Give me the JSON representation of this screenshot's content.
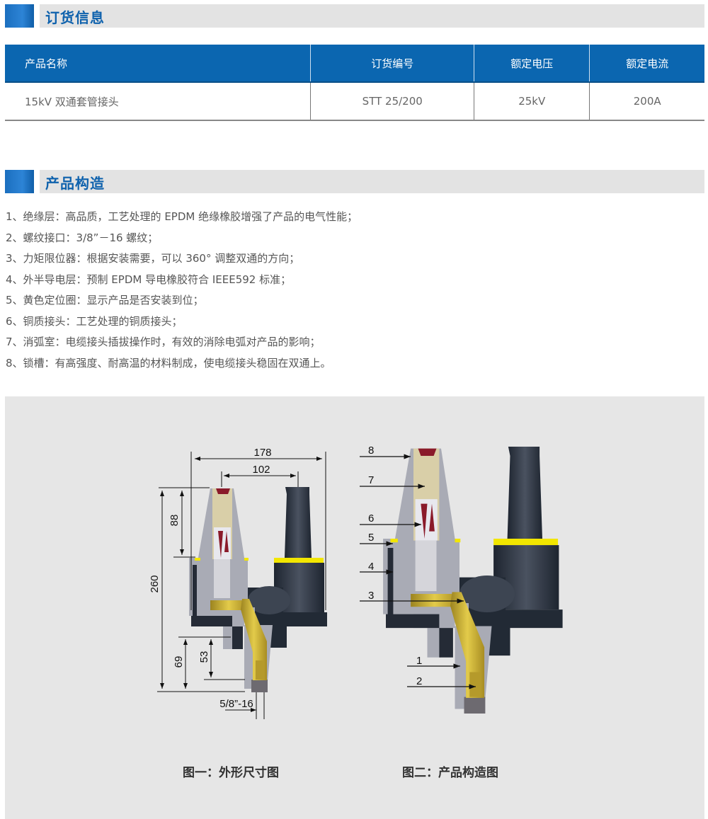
{
  "ordering": {
    "title": "订货信息",
    "columns": [
      "产品名称",
      "订货编号",
      "额定电压",
      "额定电流"
    ],
    "rows": [
      [
        "15kV 双通套管接头",
        "STT 25/200",
        "25kV",
        "200A"
      ]
    ]
  },
  "structure": {
    "title": "产品构造",
    "items": [
      "1、绝缘层：高品质，工艺处理的 EPDM 绝缘橡胶增强了产品的电气性能；",
      "2、螺纹接口：3/8”－16 螺纹；",
      "3、力矩限位器：根据安装需要，可以 360° 调整双通的方向；",
      "4、外半导电层：预制 EPDM 导电橡胶符合 IEEE592 标准；",
      "5、黄色定位圈：显示产品是否安装到位；",
      "6、铜质接头：工艺处理的铜质接头；",
      "7、消弧室：电缆接头插拔操作时，有效的消除电弧对产品的影响；",
      "8、锁槽：有高强度、耐高温的材料制成，使电缆接头稳固在双通上。"
    ]
  },
  "figure1": {
    "caption": "图一：外形尺寸图",
    "dims": {
      "total_width": "178",
      "spacing": "102",
      "height": "260",
      "upper": "88",
      "lower": "69",
      "tip": "53",
      "thread": "5/8”-16"
    }
  },
  "figure2": {
    "caption": "图二：产品构造图",
    "labels": [
      "1",
      "2",
      "3",
      "4",
      "5",
      "6",
      "7",
      "8"
    ]
  },
  "colors": {
    "accent": "#0b66b0",
    "yellow": "#f2e600",
    "brass": "#c9a92c"
  }
}
